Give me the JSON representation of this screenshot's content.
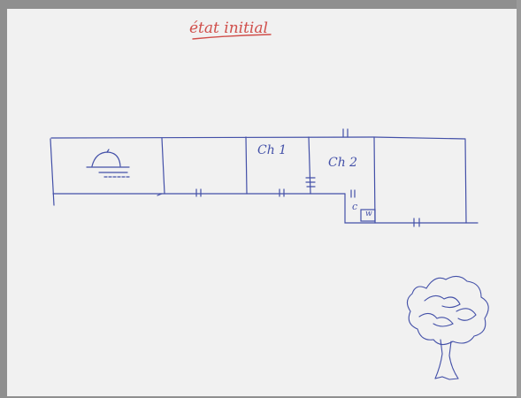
{
  "title": "état initial",
  "rooms": [
    {
      "id": "room-1",
      "label": "",
      "icon": "stove-icon"
    },
    {
      "id": "room-2",
      "label": ""
    },
    {
      "id": "room-3",
      "label": "Ch 1"
    },
    {
      "id": "room-4",
      "label": "Ch 2"
    },
    {
      "id": "room-5",
      "label": ""
    },
    {
      "id": "closet",
      "label": "c"
    },
    {
      "id": "wc",
      "label": "w"
    }
  ],
  "decorations": [
    "tree-icon"
  ],
  "colors": {
    "ink": "#4350a8",
    "title_ink": "#d04e4a",
    "paper": "#f1f1f1",
    "background": "#8f8f8f"
  }
}
